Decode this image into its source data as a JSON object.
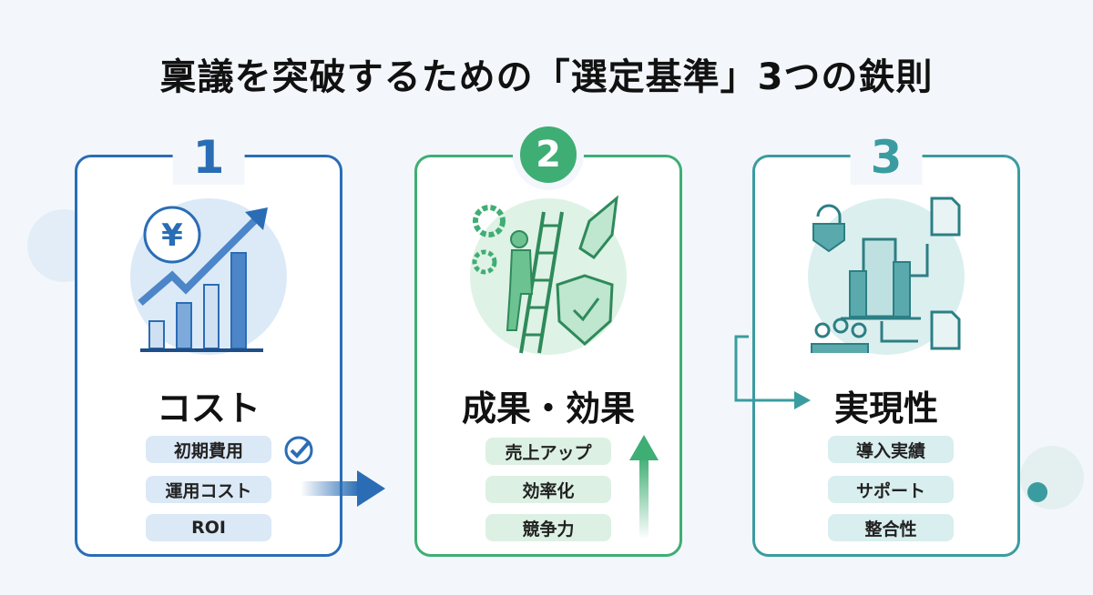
{
  "title": "稟議を突破するための「選定基準」3つの鉄則",
  "colors": {
    "card1": "#2a6db5",
    "card2": "#3fae74",
    "card3": "#3a9ca0"
  },
  "cards": [
    {
      "number": "1",
      "heading": "コスト",
      "icon": "yen-growth-chart-icon",
      "items": [
        "初期費用",
        "運用コスト",
        "ROI"
      ]
    },
    {
      "number": "2",
      "heading": "成果・効果",
      "icon": "ladder-rocket-shield-icon",
      "items": [
        "売上アップ",
        "効率化",
        "競争力"
      ]
    },
    {
      "number": "3",
      "heading": "実現性",
      "icon": "building-workflow-icon",
      "items": [
        "導入実績",
        "サポート",
        "整合性"
      ]
    }
  ]
}
